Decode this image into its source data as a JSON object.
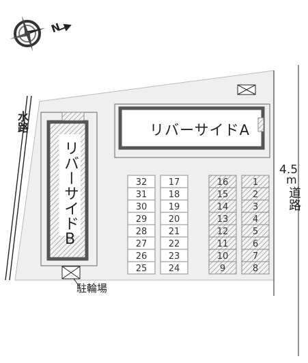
{
  "compass": {
    "north_letter": "N",
    "icon": "compass-rose-icon"
  },
  "labels": {
    "waterway": "水路",
    "road_width": "4.5",
    "road_unit": "m",
    "road": "道路",
    "building_a": "リバーサイドA",
    "building_b": "リバーサイドB",
    "bicycle_parking": "駐輪場"
  },
  "parking": {
    "col1": [
      "32",
      "31",
      "30",
      "29",
      "28",
      "27",
      "26",
      "25"
    ],
    "col2": [
      "17",
      "18",
      "19",
      "20",
      "21",
      "22",
      "23",
      "24"
    ],
    "col3": [
      "16",
      "15",
      "14",
      "13",
      "12",
      "11",
      "10",
      "9"
    ],
    "col4": [
      "1",
      "2",
      "3",
      "4",
      "5",
      "6",
      "7",
      "8"
    ]
  },
  "colors": {
    "lot_ground": "#efefef",
    "building_border": "#555555",
    "line": "#222222"
  }
}
